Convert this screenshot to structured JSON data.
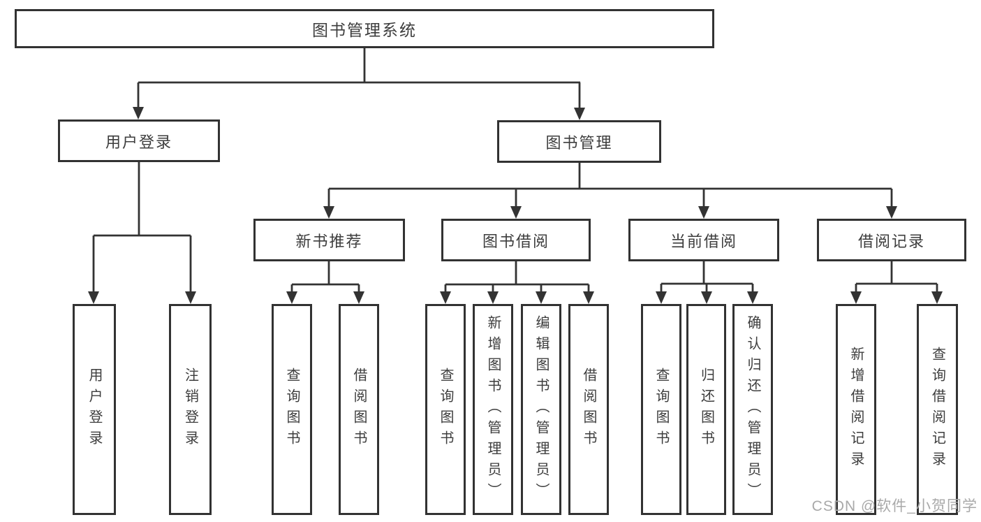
{
  "diagram": {
    "root": {
      "label": "图书管理系统"
    },
    "level2": [
      {
        "label": "用户登录"
      },
      {
        "label": "图书管理"
      }
    ],
    "level3": [
      {
        "label": "新书推荐"
      },
      {
        "label": "图书借阅"
      },
      {
        "label": "当前借阅"
      },
      {
        "label": "借阅记录"
      }
    ],
    "leaves": [
      {
        "label": "用户登录"
      },
      {
        "label": "注销登录"
      },
      {
        "label": "查询图书"
      },
      {
        "label": "借阅图书"
      },
      {
        "label": "查询图书"
      },
      {
        "label": "新增图书（管理员）"
      },
      {
        "label": "编辑图书（管理员）"
      },
      {
        "label": "借阅图书"
      },
      {
        "label": "查询图书"
      },
      {
        "label": "归还图书"
      },
      {
        "label": "确认归还（管理员）"
      },
      {
        "label": "新增借阅记录"
      },
      {
        "label": "查询借阅记录"
      }
    ]
  },
  "watermark": "CSDN @软件_小贺同学",
  "colors": {
    "line": "#333333",
    "border": "#323232",
    "text": "#3d3d3d",
    "watermark": "#a9a9a9",
    "background": "#ffffff"
  }
}
